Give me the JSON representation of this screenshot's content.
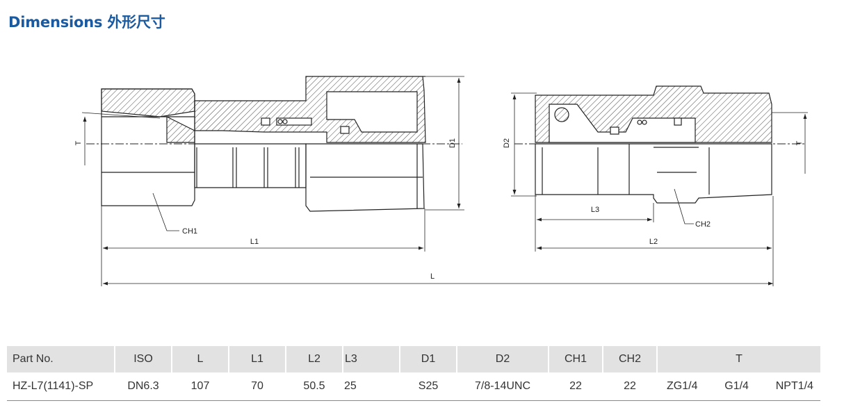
{
  "title": "Dimensions 外形尺寸",
  "drawing_labels": {
    "T_left": "T",
    "D1": "D1",
    "CH1": "CH1",
    "L1": "L1",
    "L": "L",
    "D2": "D2",
    "L3": "L3",
    "CH2": "CH2",
    "L2": "L2",
    "T_right": "T"
  },
  "table": {
    "headers": [
      "Part No.",
      "ISO",
      "L",
      "L1",
      "L2",
      "L3",
      "D1",
      "D2",
      "CH1",
      "CH2",
      "T"
    ],
    "row": {
      "part_no": "HZ-L7(1141)-SP",
      "iso": "DN6.3",
      "L": "107",
      "L1": "70",
      "L2": "50.5",
      "L3": "25",
      "D1": "S25",
      "D2": "7/8-14UNC",
      "CH1": "22",
      "CH2": "22",
      "T": [
        "ZG1/4",
        "G1/4",
        "NPT1/4"
      ]
    }
  }
}
